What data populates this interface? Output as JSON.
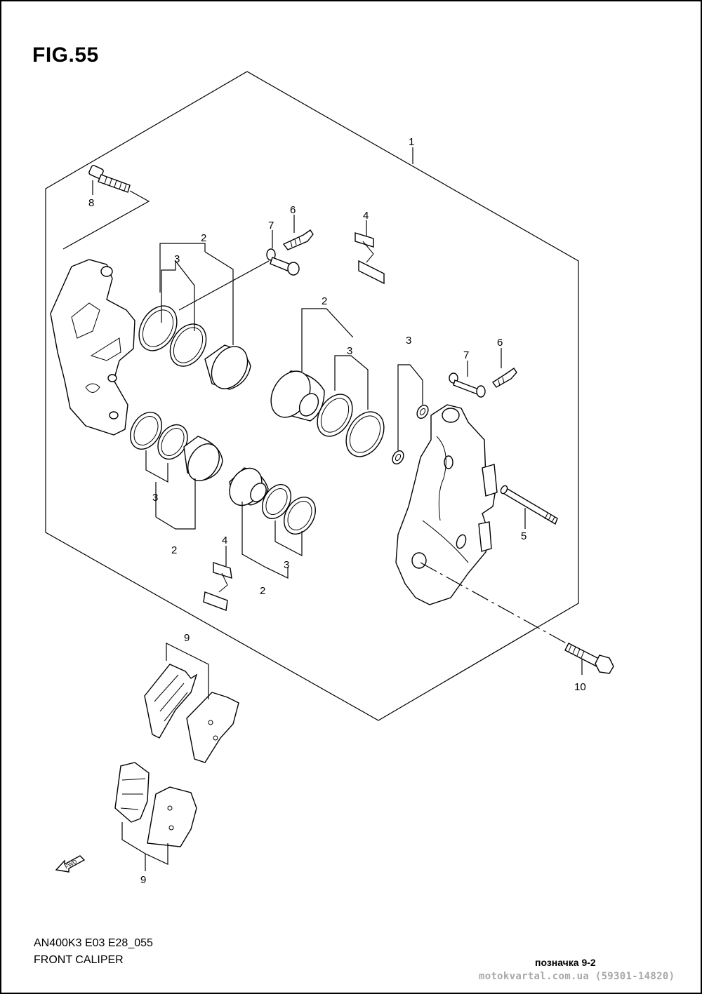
{
  "title": "FIG.55",
  "model_code": "AN400K3 E03 E28_055",
  "caption": "FRONT CALIPER",
  "reference": "позначка 9-2",
  "watermark": "motokvartal.com.ua (59301-14820)",
  "fwd_label": "FWD",
  "callouts": {
    "c1": "1",
    "c2a": "2",
    "c2b": "2",
    "c2c": "2",
    "c2d": "2",
    "c3a": "3",
    "c3b": "3",
    "c3c": "3",
    "c3d": "3",
    "c3e": "3",
    "c4a": "4",
    "c4b": "4",
    "c5": "5",
    "c6a": "6",
    "c6b": "6",
    "c7a": "7",
    "c7b": "7",
    "c8": "8",
    "c9a": "9",
    "c9b": "9",
    "c10": "10"
  }
}
